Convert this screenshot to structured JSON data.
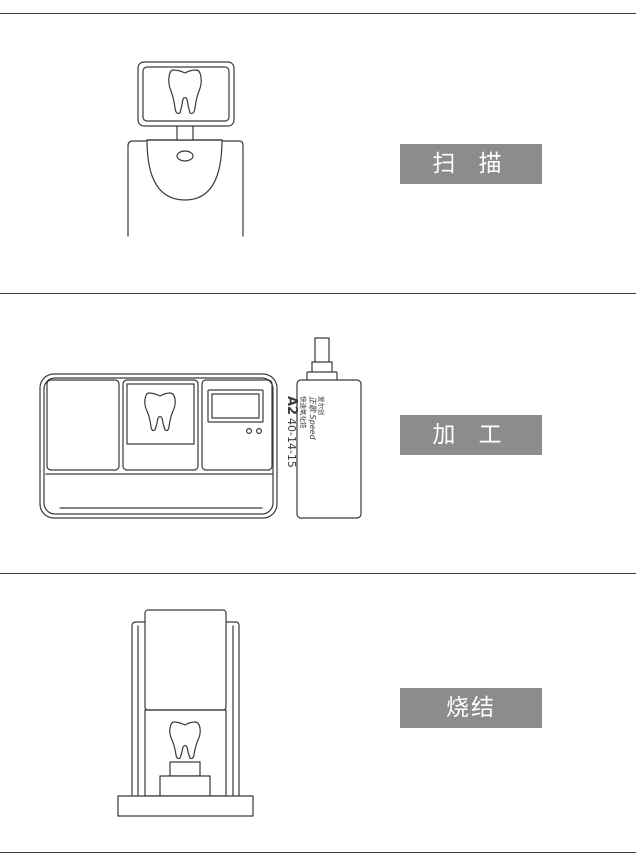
{
  "steps": [
    {
      "label": "扫 描",
      "illustration": "scanner-icon"
    },
    {
      "label": "加 工",
      "illustration": "milling-machine-icon"
    },
    {
      "label": "烧结",
      "illustration": "sintering-furnace-icon"
    }
  ],
  "block": {
    "brand": "爱尔创",
    "product": "正歌 Speed",
    "material": "快速氧化锆",
    "shade": "A2",
    "size": "40-14-15"
  }
}
